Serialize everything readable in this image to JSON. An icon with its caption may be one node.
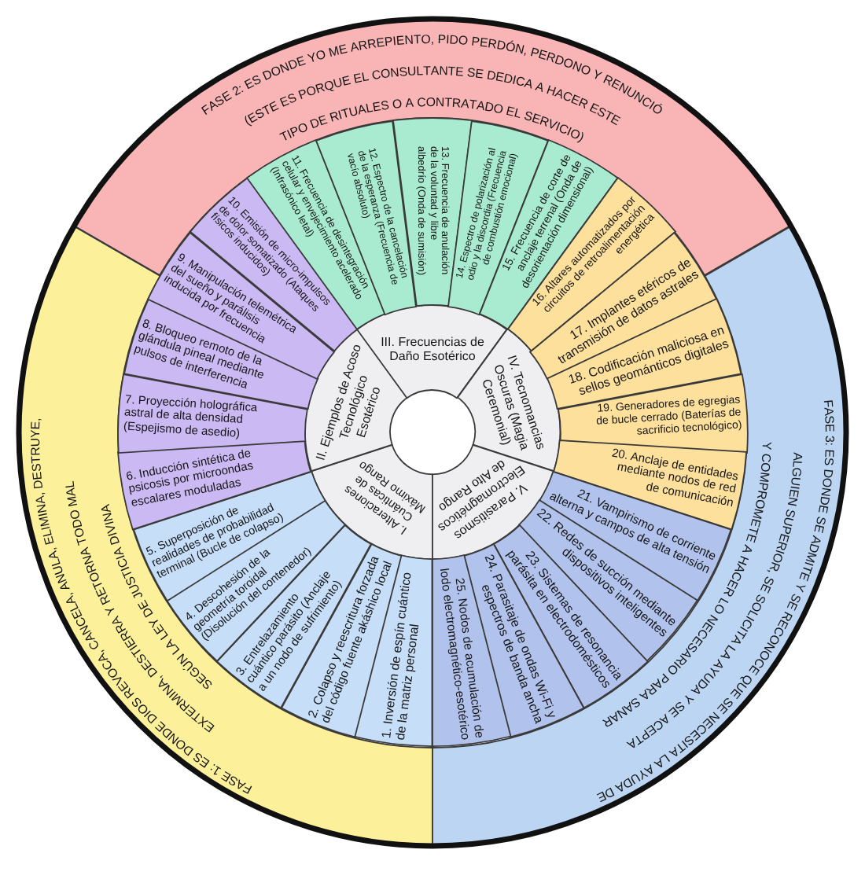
{
  "diagram": {
    "nodes": [
      {
        "text": [
          "FASE 1: ES DONDE DIOS REVOCA, CANCELA, ANULA, ELIMINA, DESTRUYE, EXTERMINA, DESTIERRA Y RETORNA TODO MAL SEGÚN LA LEY DE JUSTICIA DIVINA"
        ]
      },
      {
        "text": [
          "FASE 2: ES DONDE YO ME ARREPIENTO, PIDO PERDÓN, PERDONO Y RENUNCIÓ (ESTE ES PORQUE EL CONSULTANTE SE DEDICA A HACER ESTE TIPO DE RITUALES O A CONTRATADO EL SERVICIO)"
        ]
      },
      {
        "text": [
          "FASE 3: ES DONDE SE ADMITE Y SE RECONOCE QUE SE NECESITA LA AYUDA DE ALGUIEN SUPERIOR, SE SOLICITA LA AYUDA Y SE ACEPTA Y COMPROMETE A HACER LO NECESARIO PARA SANAR"
        ]
      },
      {
        "text": [
          "I. Alteraciones Cuánticas de Máximo Rango"
        ]
      },
      {
        "text": [
          "II. Ejemplos de Acoso Tecnológico Esotérico"
        ]
      },
      {
        "text": [
          "III. Frecuencias de Daño Esotérico"
        ]
      },
      {
        "text": [
          "IV. Tecnomancias Oscuras (Magia Ceremonial)"
        ]
      },
      {
        "text": [
          "V. Parasitismos Electromagnéticos de Alto Rango"
        ]
      },
      {
        "text": [
          "1. Inversión de espín cuántico de la matriz personal"
        ]
      },
      {
        "text": [
          "2. Colapso y reescritura forzada del código fuente akáshico local"
        ]
      },
      {
        "text": [
          "3. Entrelazamiento cuántico parásito (Anclaje a un nodo de sufrimiento)"
        ]
      },
      {
        "text": [
          "4. Descohesión de la geometría toroidal (Disolución del contenedor)"
        ]
      },
      {
        "text": [
          "5. Superposición de realidades de probabilidad terminal (Bucle de colapso)"
        ]
      },
      {
        "text": [
          "6. Inducción sintética de psicosis por microondas escalares moduladas"
        ]
      },
      {
        "text": [
          "7. Proyección holográfica astral de alta densidad (Espejismo de asedio)"
        ]
      },
      {
        "text": [
          "8. Bloqueo remoto de la glándula pineal mediante pulsos de interferencia"
        ]
      },
      {
        "text": [
          "9. Manipulación telemétrica del sueño y parálisis inducida por frecuencia"
        ]
      },
      {
        "text": [
          "10. Emisión de micro-impulsos de dolor somatizado (Ataques físicos inducidos)"
        ]
      },
      {
        "text": [
          "11. Frecuencia de desintegración celular y envejecimiento acelerado (Infrasónico letal)"
        ]
      },
      {
        "text": [
          "12. Espectro de la cancelación de la esperanza (Frecuencia de vacío absoluto)"
        ]
      },
      {
        "text": [
          "13. Frecuencia de anulación de la voluntad y libre albedrío (Onda de sumisión)"
        ]
      },
      {
        "text": [
          "14. Espectro de polarización al odio y la discordia (Frecuencia de combustión emocional)"
        ]
      },
      {
        "text": [
          "15. Frecuencia de corte de anclaje terrenal (Onda de desorientación dimensional)"
        ]
      },
      {
        "text": [
          "16. Altares automatizados por circuitos de retroalimentación energética"
        ]
      },
      {
        "text": [
          "17. Implantes etéricos de transmisión de datos astrales"
        ]
      },
      {
        "text": [
          "18. Codificación maliciosa en sellos geománticos digitales"
        ]
      },
      {
        "text": [
          "19. Generadores de egregias de bucle cerrado (Baterías de sacrificio tecnológico)"
        ]
      },
      {
        "text": [
          "20. Anclaje de entidades mediante nodos de red de comunicación"
        ]
      },
      {
        "text": [
          "21. Vampirismo de corriente alterna y campos de alta tensión"
        ]
      },
      {
        "text": [
          "22. Redes de succión mediante dispositivos inteligentes"
        ]
      },
      {
        "text": [
          "23. Sistemas de resonancia parásita en electrodomésticos"
        ]
      },
      {
        "text": [
          "24. Parasitaje de ondas Wi-Fi y espectros de banda ancha"
        ]
      },
      {
        "text": [
          "25. Nodos de acumulación de lodo electromagnético-esotérico"
        ]
      }
    ]
  }
}
